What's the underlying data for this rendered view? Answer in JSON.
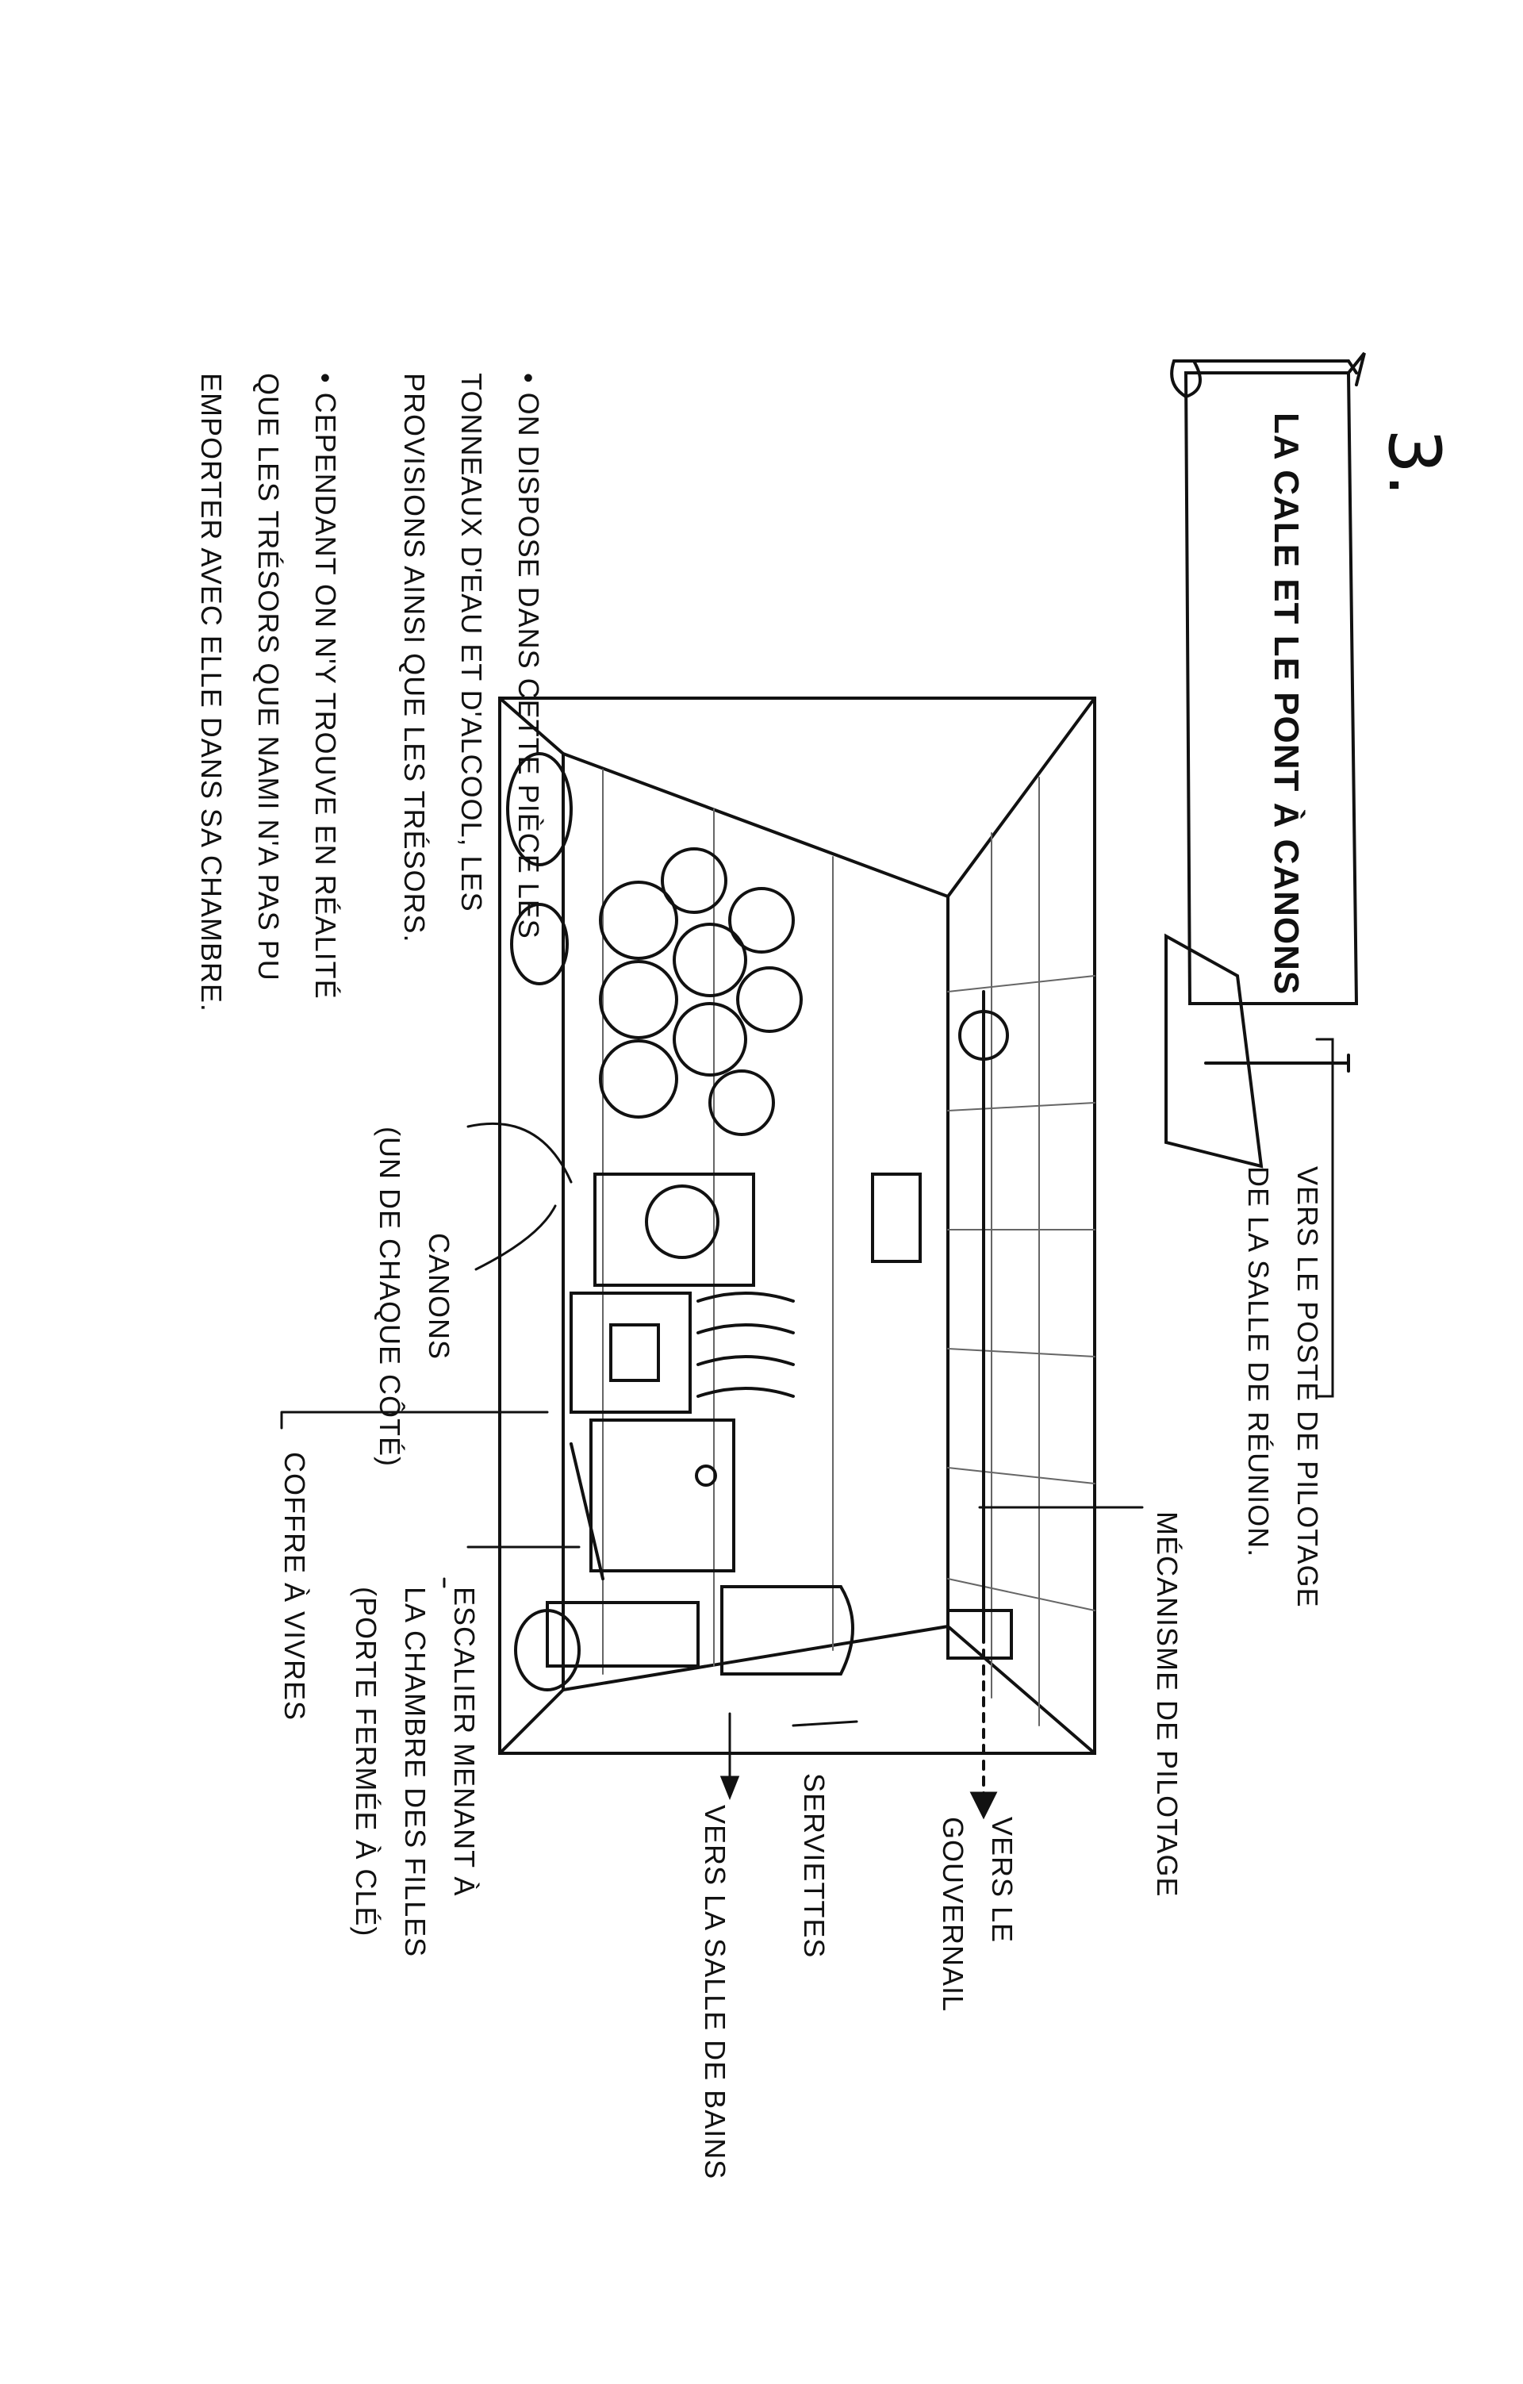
{
  "section_number": "3.",
  "title": "La cale et le pont à canons",
  "notes": [
    "• On dispose dans cette pièce les\ntonneaux d'eau et d'alcool, les\nprovisions ainsi que les trésors.",
    "• Cependant on n'y trouve en réalité\nque les trésors que Nami n'a pas pu\nemporter avec elle dans sa chambre."
  ],
  "labels": {
    "poste_pilotage": "Vers le poste de pilotage\nde la salle de réunion.",
    "mecanisme": "Mécanisme de pilotage",
    "gouvernail": "Vers le\ngouvernail",
    "serviettes": "Serviettes",
    "salle_bains": "Vers la salle de bains",
    "escalier": "Escalier menant à\nla chambre des filles\n(porte fermée à clé)",
    "coffre": "Coffre à vivres",
    "canons": "Canons\n(un de chaque côté)"
  }
}
